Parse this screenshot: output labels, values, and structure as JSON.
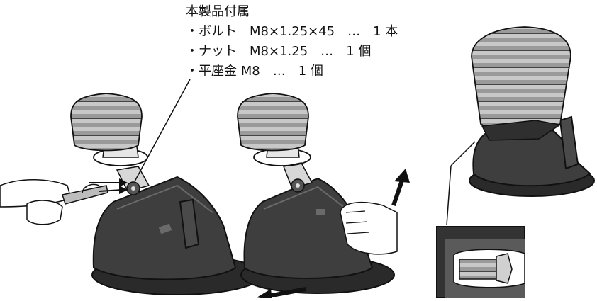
{
  "caption": {
    "title": "本製品付属",
    "items": [
      "・ボルト　M8×1.25×45　…　1 本",
      "・ナット　M8×1.25　…　1 個",
      "・平座金 M8　…　1 個"
    ]
  }
}
